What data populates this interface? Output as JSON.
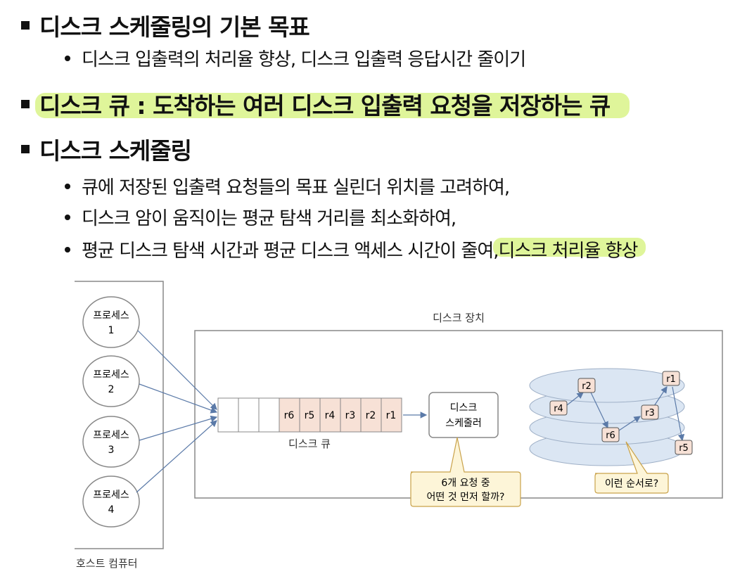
{
  "bullets": {
    "b1": {
      "text": "디스크 스케줄링의 기본 목표"
    },
    "b1_sub1": {
      "text": "디스크 입출력의 처리율 향상, 디스크 입출력 응답시간 줄이기"
    },
    "b2": {
      "text": "디스크 큐 : 도착하는 여러 디스크 입출력 요청을 저장하는 큐"
    },
    "b3": {
      "text": "디스크 스케줄링"
    },
    "b3_sub1": {
      "text": "큐에 저장된 입출력 요청들의 목표 실린더 위치를 고려하여,"
    },
    "b3_sub2": {
      "text": "디스크 암이 움직이는 평균 탐색 거리를 최소화하여,"
    },
    "b3_sub3_plain": {
      "text": "평균 디스크 탐색 시간과 평균 디스크 액세스 시간이 줄여, "
    },
    "b3_sub3_hl": {
      "text": "디스크 처리율 향상"
    }
  },
  "diagram": {
    "host_label": "호스트 컴퓨터",
    "device_label": "디스크 장치",
    "processes": [
      {
        "line1": "프로세스",
        "line2": "1"
      },
      {
        "line1": "프로세스",
        "line2": "2"
      },
      {
        "line1": "프로세스",
        "line2": "3"
      },
      {
        "line1": "프로세스",
        "line2": "4"
      }
    ],
    "queue_items": [
      "r6",
      "r5",
      "r4",
      "r3",
      "r2",
      "r1"
    ],
    "queue_label": "디스크 큐",
    "scheduler": {
      "line1": "디스크",
      "line2": "스케줄러"
    },
    "callout1": {
      "line1": "6개 요청 중",
      "line2": "어떤 것 먼저 할까?"
    },
    "callout2": {
      "text": "이런 순서로?"
    },
    "disk_requests": [
      "r1",
      "r2",
      "r3",
      "r4",
      "r5",
      "r6"
    ],
    "colors": {
      "highlight": "#dff59a",
      "queue_fill": "#f7e1d6",
      "callout_fill": "#fdf5d8",
      "disk_fill": "#dbe6f3",
      "arrow": "#5b7aa8"
    }
  }
}
